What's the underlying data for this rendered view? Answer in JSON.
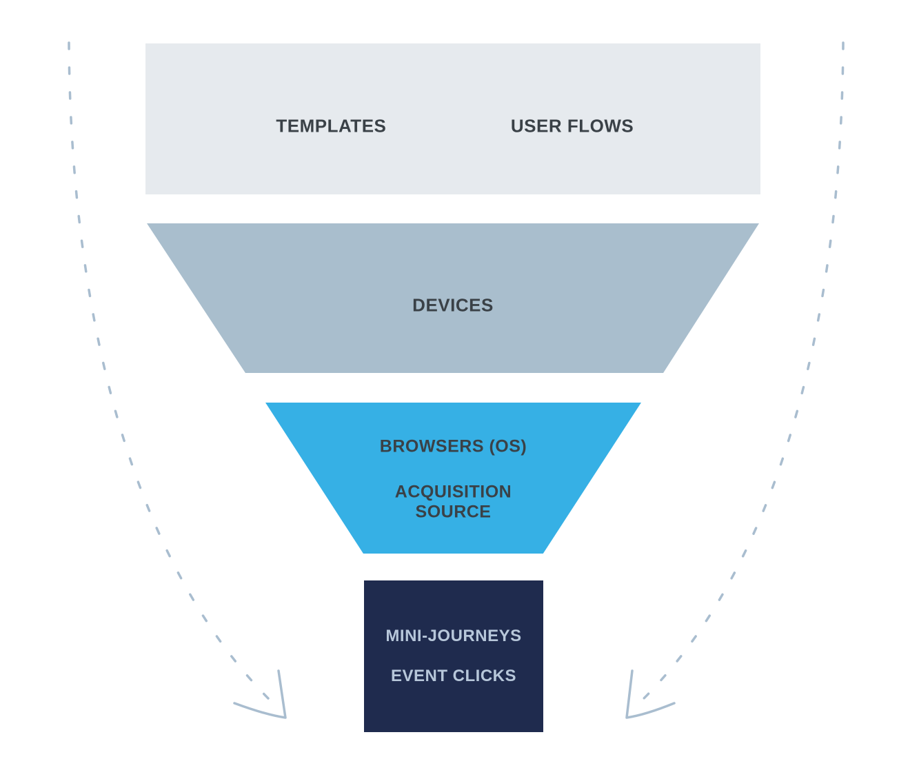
{
  "funnel": {
    "stages": [
      {
        "name": "templates-user-flows",
        "labels": [
          "TEMPLATES",
          "USER FLOWS"
        ]
      },
      {
        "name": "devices",
        "labels": [
          "DEVICES"
        ]
      },
      {
        "name": "browsers-os-acquisition-source",
        "labels": [
          "BROWSERS (OS)",
          "ACQUISITION",
          "SOURCE"
        ]
      },
      {
        "name": "mini-journeys-event-clicks",
        "labels": [
          "MINI-JOURNEYS",
          "EVENT CLICKS"
        ]
      }
    ]
  },
  "colors": {
    "stage1_bg": "#e6eaee",
    "stage2_bg": "#a9becd",
    "stage3_bg": "#36b0e5",
    "stage4_bg": "#1f2b4e",
    "text_dark": "#3a4147",
    "text_light": "#b7c7da",
    "arrow": "#a9bdcf"
  }
}
